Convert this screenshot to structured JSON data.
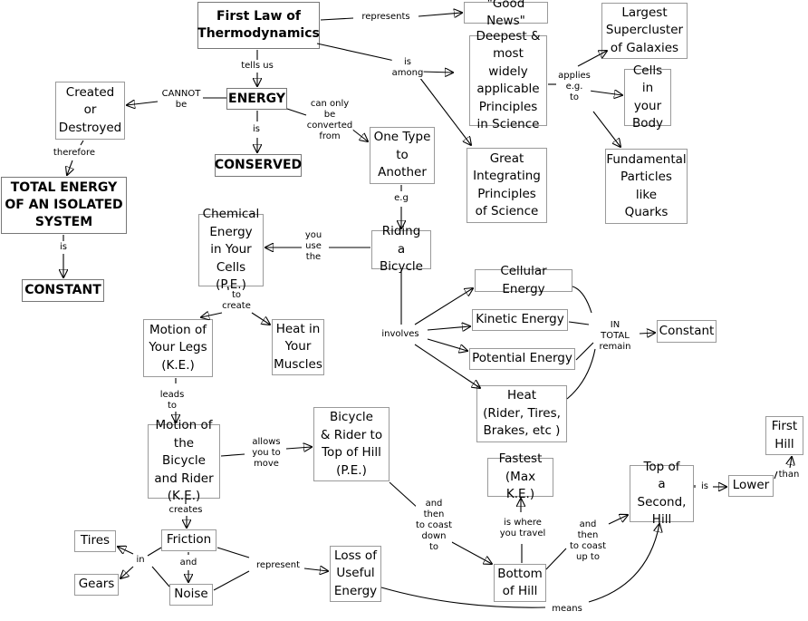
{
  "nodes": {
    "first_law": "First Law of\nThermodynamics",
    "good_news": "\"Good News\"",
    "energy": "ENERGY",
    "created": "Created\nor\nDestroyed",
    "conserved": "CONSERVED",
    "total_energy": "TOTAL ENERGY\nOF AN ISOLATED\nSYSTEM",
    "constant_big": "CONSTANT",
    "deepest": "Deepest &\nmost widely\napplicable\nPrinciples\nin Science",
    "great": "Great\nIntegrating\nPrinciples\nof Science",
    "supercluster": "Largest\nSupercluster\nof Galaxies",
    "cells": "Cells\nin your\nBody",
    "particles": "Fundamental\nParticles\nlike\nQuarks",
    "one_type": "One Type\nto\nAnother",
    "riding": "Riding\na Bicycle",
    "chemical": "Chemical\nEnergy\nin Your\nCells (P.E.)",
    "motion_legs": "Motion of\nYour Legs\n(K.E.)",
    "heat_muscles": "Heat in\nYour\nMuscles",
    "cellular": "Cellular Energy",
    "kinetic": "Kinetic Energy",
    "potential": "Potential Energy",
    "heat_rider": "Heat\n(Rider, Tires,\nBrakes, etc )",
    "constant_small": "Constant",
    "motion_bicycle": "Motion of\nthe Bicycle\nand Rider\n(K.E.)",
    "bicycle_top": "Bicycle\n& Rider to\nTop of Hill\n(P.E.)",
    "friction": "Friction",
    "noise": "Noise",
    "tires": "Tires",
    "gears": "Gears",
    "loss": "Loss of\nUseful\nEnergy",
    "fastest": "Fastest\n(Max K.E.)",
    "bottom": "Bottom\nof Hill",
    "top_second": "Top of\na Second,\nHill",
    "lower": "Lower",
    "first_hill": "First\nHill"
  },
  "labels": {
    "represents": "represents",
    "is_among": "is\namong",
    "tells_us": "tells us",
    "cannot_be": "CANNOT\nbe",
    "is_conserved": "is",
    "therefore": "therefore",
    "is_constant": "is",
    "can_only": "can only\nbe\nconverted\nfrom",
    "applies": "applies\ne.g.\nto",
    "eg": "e.g",
    "you_use": "you\nuse\nthe",
    "to_create": "to\ncreate",
    "involves": "involves",
    "in_total": "IN\nTOTAL\nremain",
    "leads_to": "leads\nto",
    "allows": "allows\nyou to\nmove",
    "creates": "creates",
    "in": "in",
    "and": "and",
    "represent": "represent",
    "coast_down": "and\nthen\nto coast\ndown\nto",
    "where_travel": "is where\nyou travel",
    "coast_up": "and\nthen\nto coast\nup to",
    "is_lower": "is",
    "than": "than",
    "means": "means"
  }
}
